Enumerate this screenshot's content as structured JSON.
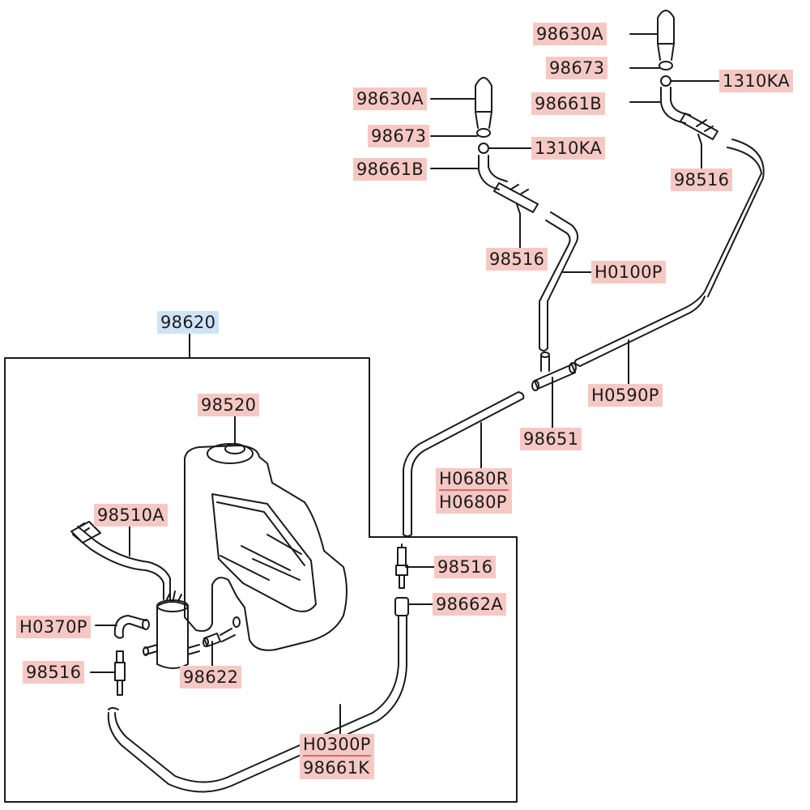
{
  "labels": {
    "nozzle_right": "98630A",
    "washer_right": "98673",
    "clip_right": "1310KA",
    "hose_right": "98661B",
    "conn_right": "98516",
    "nozzle_left": "98630A",
    "washer_left": "98673",
    "clip_left": "1310KA",
    "hose_left": "98661B",
    "conn_left": "98516",
    "hose_h0100p": "H0100P",
    "hose_h0590p": "H0590P",
    "tee_98651": "98651",
    "hose_h0680r": "H0680R",
    "hose_h0680p": "H0680P",
    "reservoir_assy": "98620",
    "cap": "98520",
    "pump_hose": "98510A",
    "hose_h0370p": "H0370P",
    "conn_lower_left": "98516",
    "grommet": "98622",
    "conn_lower_right": "98516",
    "check_valve": "98662A",
    "hose_h0300p": "H0300P",
    "hose_98661k": "98661K"
  }
}
